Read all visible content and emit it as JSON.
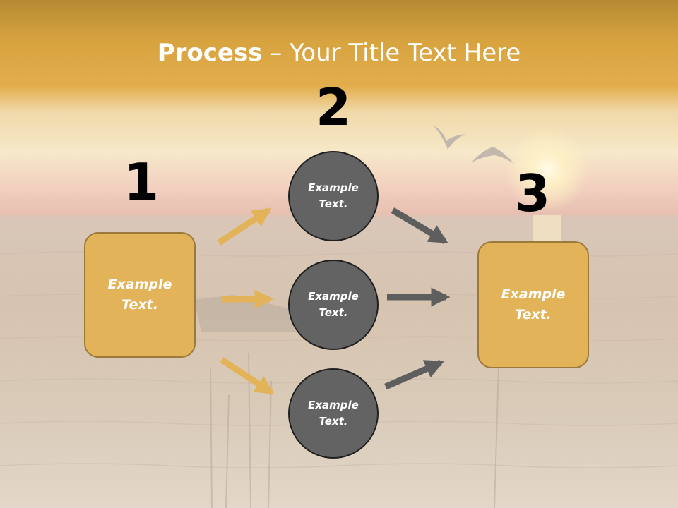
{
  "title": {
    "bold": "Process",
    "rest": " – Your Title Text Here"
  },
  "steps": {
    "one": "1",
    "two": "2",
    "three": "3"
  },
  "left_box": {
    "text": "Example Text."
  },
  "right_box": {
    "text": "Example Text."
  },
  "circles": [
    {
      "text": "Example Text."
    },
    {
      "text": "Example Text."
    },
    {
      "text": "Example Text."
    }
  ],
  "colors": {
    "box": "#e3b35a",
    "circle": "#636363",
    "arrow_gold": "#e3b35a",
    "arrow_gray": "#5e5e5e"
  }
}
